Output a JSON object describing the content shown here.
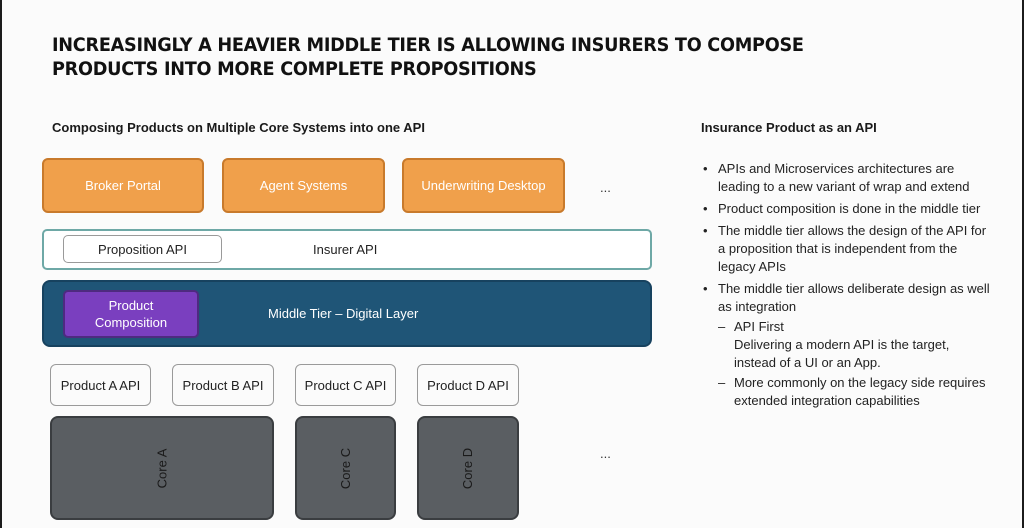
{
  "title": "Increasingly a heavier middle tier is allowing insurers to compose products into more complete propositions",
  "left": {
    "heading": "Composing Products on Multiple Core Systems into one API",
    "channels": [
      "Broker Portal",
      "Agent Systems",
      "Underwriting Desktop"
    ],
    "channels_more": "...",
    "proposition_api": "Proposition API",
    "insurer_api": "Insurer API",
    "product_composition": "Product Composition",
    "middle_tier": "Middle Tier – Digital Layer",
    "product_apis": [
      "Product A API",
      "Product B API",
      "Product C API",
      "Product D API"
    ],
    "cores": [
      "Core A",
      "Core C",
      "Core D"
    ],
    "cores_more": "..."
  },
  "right": {
    "heading": "Insurance Product as an API",
    "bullets": [
      "APIs and Microservices architectures are leading to a new variant of wrap and extend",
      "Product composition is done in the middle tier",
      "The middle tier allows the design of the API for a proposition that is independent from the legacy APIs",
      "The middle tier allows deliberate design as well as integration"
    ],
    "sub_bullets": [
      {
        "title": "API First",
        "text": "Delivering a modern API is the target, instead of a UI or an App."
      },
      {
        "title": "More commonly on the legacy side requires extended integration capabilities",
        "text": ""
      }
    ]
  },
  "colors": {
    "channel_orange": "#f0a04b",
    "middle_tier_blue": "#1f5577",
    "product_purple": "#7a3fbf",
    "core_gray": "#5a5e62",
    "insurer_border": "#6ea8a6"
  }
}
